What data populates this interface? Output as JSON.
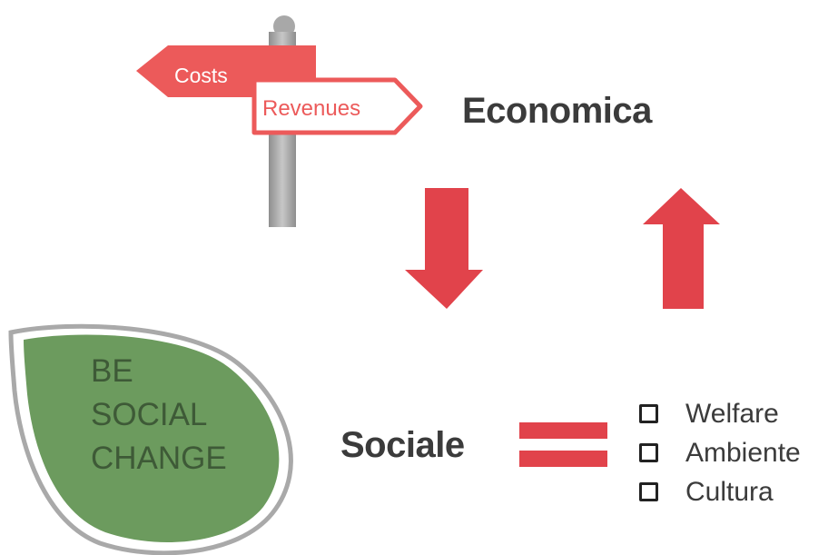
{
  "signpost": {
    "left_sign": "Costs",
    "right_sign": "Revenues",
    "sign_color": "#ec5a5a"
  },
  "economica_label": "Economica",
  "sociale_label": "Sociale",
  "leaf_badge": {
    "lines": [
      "BE",
      "SOCIAL",
      "CHANGE"
    ],
    "fill_color": "#6c9b5e"
  },
  "arrows": {
    "color": "#e1434b",
    "down": "down-arrow",
    "up": "up-arrow"
  },
  "bullets": [
    {
      "label": "Welfare"
    },
    {
      "label": "Ambiente"
    },
    {
      "label": "Cultura"
    }
  ]
}
